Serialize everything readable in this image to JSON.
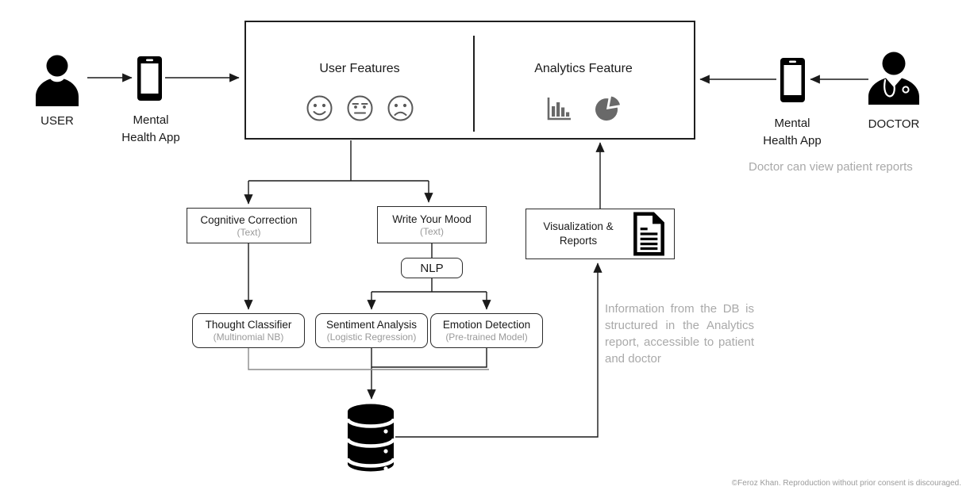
{
  "diagram": {
    "actors": {
      "user": {
        "label": "USER"
      },
      "doctor": {
        "label": "DOCTOR"
      }
    },
    "apps": {
      "left": {
        "line1": "Mental",
        "line2": "Health App"
      },
      "right": {
        "line1": "Mental",
        "line2": "Health App"
      }
    },
    "feature_box": {
      "user_features": {
        "title": "User Features"
      },
      "analytics": {
        "title": "Analytics Feature"
      }
    },
    "nodes": {
      "cognitive": {
        "title": "Cognitive Correction",
        "subtitle": "(Text)"
      },
      "mood": {
        "title": "Write Your Mood",
        "subtitle": "(Text)"
      },
      "nlp": {
        "title": "NLP"
      },
      "thought": {
        "title": "Thought Classifier",
        "subtitle": "(Multinomial NB)"
      },
      "sentiment": {
        "title": "Sentiment Analysis",
        "subtitle": "(Logistic Regression)"
      },
      "emotion": {
        "title": "Emotion Detection",
        "subtitle": "(Pre-trained Model)"
      },
      "viz": {
        "line1": "Visualization &",
        "line2": "Reports"
      }
    },
    "notes": {
      "doctor_note": "Doctor can view patient reports",
      "db_note": "Information from the DB is structured in the Analytics report, accessible to patient and doctor"
    },
    "footer": {
      "copyright": "©Feroz Khan. Reproduction without prior consent is discouraged."
    },
    "icons": [
      "user-icon",
      "phone-icon",
      "doctor-icon",
      "happy-face-icon",
      "neutral-face-icon",
      "sad-face-icon",
      "bar-chart-icon",
      "pie-chart-icon",
      "report-document-icon",
      "database-icon"
    ],
    "colors": {
      "icon_gray": "#696969",
      "face_gray": "#595959",
      "note_gray": "#a9a9a9",
      "subtitle_gray": "#9a9a9a",
      "line_black": "#1a1a1a"
    }
  }
}
